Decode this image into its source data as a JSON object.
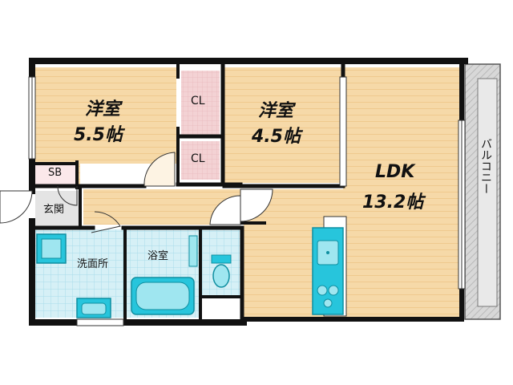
{
  "rooms": {
    "western1": {
      "name": "洋室",
      "size": "5.5帖"
    },
    "western2": {
      "name": "洋室",
      "size": "4.5帖"
    },
    "ldk": {
      "name": "LDK",
      "size": "13.2帖"
    },
    "closet1": "CL",
    "closet2": "CL",
    "shoebox": "SB",
    "entrance": "玄関",
    "washroom": "洗面所",
    "bathroom": "浴室",
    "balcony": "バルコニー"
  },
  "colors": {
    "floor": "#f6d9a8",
    "floor_line": "#efc98e",
    "wet_floor": "#d6f0f6",
    "wet_grid": "#a8dcea",
    "closet": "#f3d2d4",
    "wall": "#111111",
    "fixture": "#27c5dc",
    "balcony": "#cfcfcf"
  }
}
